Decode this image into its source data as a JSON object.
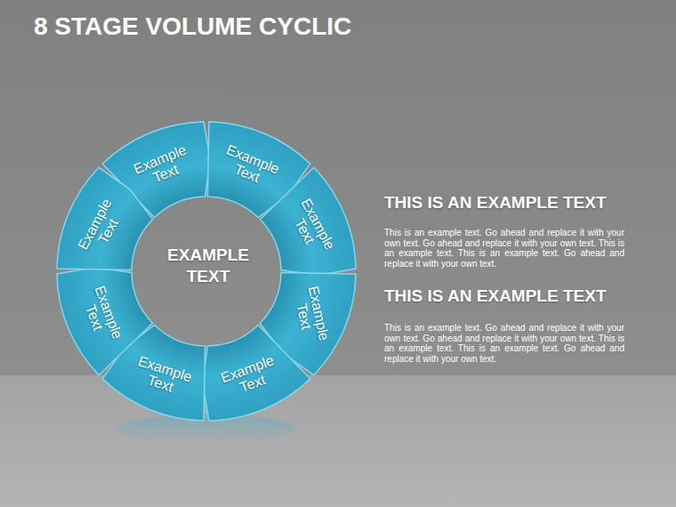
{
  "diagram": {
    "title": "8 STAGE VOLUME CYCLIC",
    "nodes": [
      {
        "text": [
          "Example Text"
        ]
      },
      {
        "text": [
          "Example Text"
        ]
      },
      {
        "text": [
          "Example Text"
        ]
      },
      {
        "text": [
          "Example Text"
        ]
      },
      {
        "text": [
          "Example Text"
        ]
      },
      {
        "text": [
          "Example Text"
        ]
      },
      {
        "text": [
          "Example Text"
        ]
      },
      {
        "text": [
          "Example Text"
        ]
      }
    ],
    "labels": [
      "EXAMPLE TEXT",
      "THIS IS AN EXAMPLE TEXT",
      "This is an example text. Go ahead and replace it with your own text. Go ahead and replace it with your own text. This is an example text. This is an example text. Go ahead and replace it with your own text.",
      "THIS IS AN EXAMPLE TEXT",
      "This is an example text. Go ahead and replace it with your own text. Go ahead and replace it with your own text. This is an example text. This is an example text. Go ahead and replace it with your own text."
    ]
  }
}
